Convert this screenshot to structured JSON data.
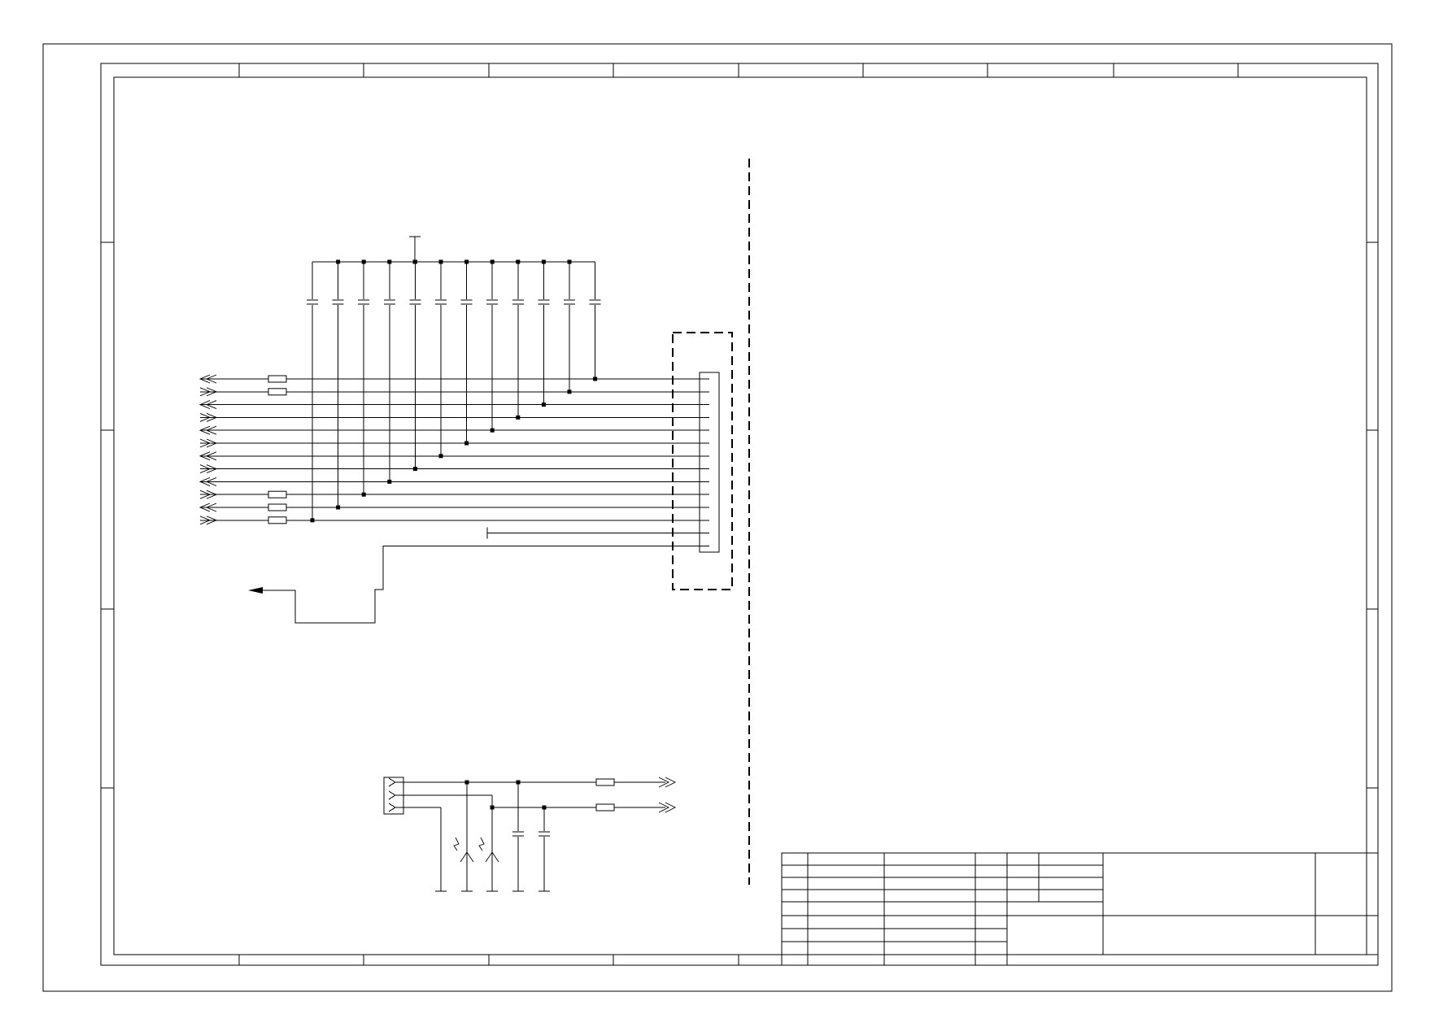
{
  "drawing": {
    "colors": {
      "line": "#000000",
      "background": "#ffffff"
    },
    "connector_pin_count": 14,
    "bypass_capacitor_count": 12,
    "signal_resistor_count": 5,
    "input_connector_pin_count": 3
  }
}
